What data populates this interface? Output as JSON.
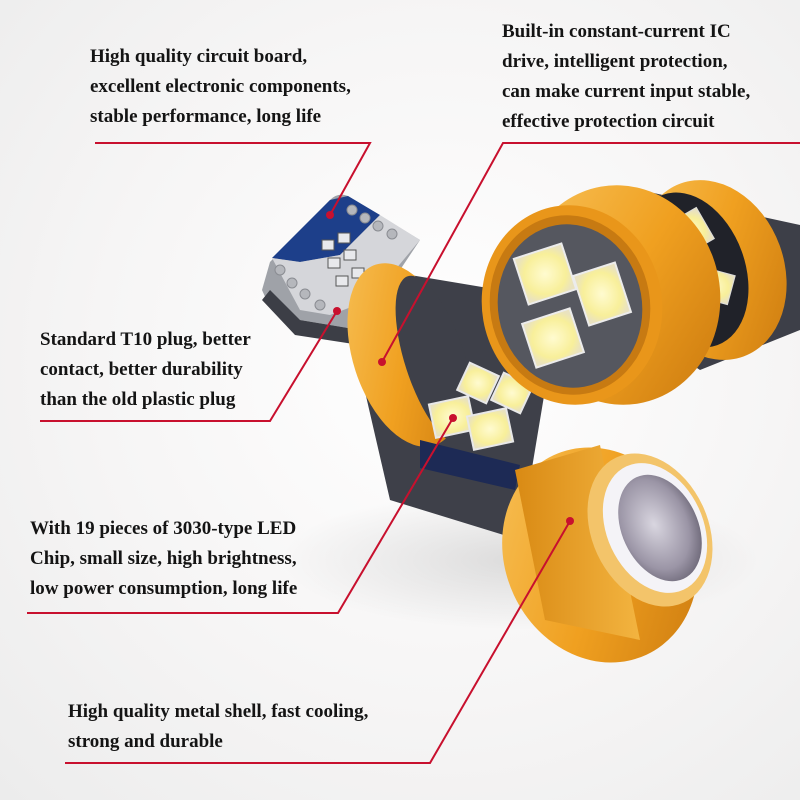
{
  "image": {
    "subject": "T10 LED bulbs with gold metal shells",
    "colors": {
      "background": "#f6f5f5",
      "callout_line": "#c8102e",
      "text": "#141414",
      "gold_shell": "#f0a020",
      "pcb_blue": "#1d3f8a",
      "led_chip": "#fff6b0"
    }
  },
  "callouts": [
    {
      "id": "circuit-board",
      "lines": [
        "High quality circuit board,",
        "excellent electronic components,",
        "stable performance, long life"
      ]
    },
    {
      "id": "ic-drive",
      "lines": [
        "Built-in constant-current IC",
        "drive, intelligent protection,",
        "can make current input stable,",
        "effective protection circuit"
      ]
    },
    {
      "id": "t10-plug",
      "lines": [
        "Standard T10 plug, better",
        "contact, better durability",
        "than the old plastic plug"
      ]
    },
    {
      "id": "led-chips",
      "lines": [
        "With 19 pieces of 3030-type LED",
        "Chip, small size, high brightness,",
        "low power consumption, long life"
      ]
    },
    {
      "id": "metal-shell",
      "lines": [
        "High quality metal shell, fast cooling,",
        "strong and durable"
      ]
    }
  ]
}
